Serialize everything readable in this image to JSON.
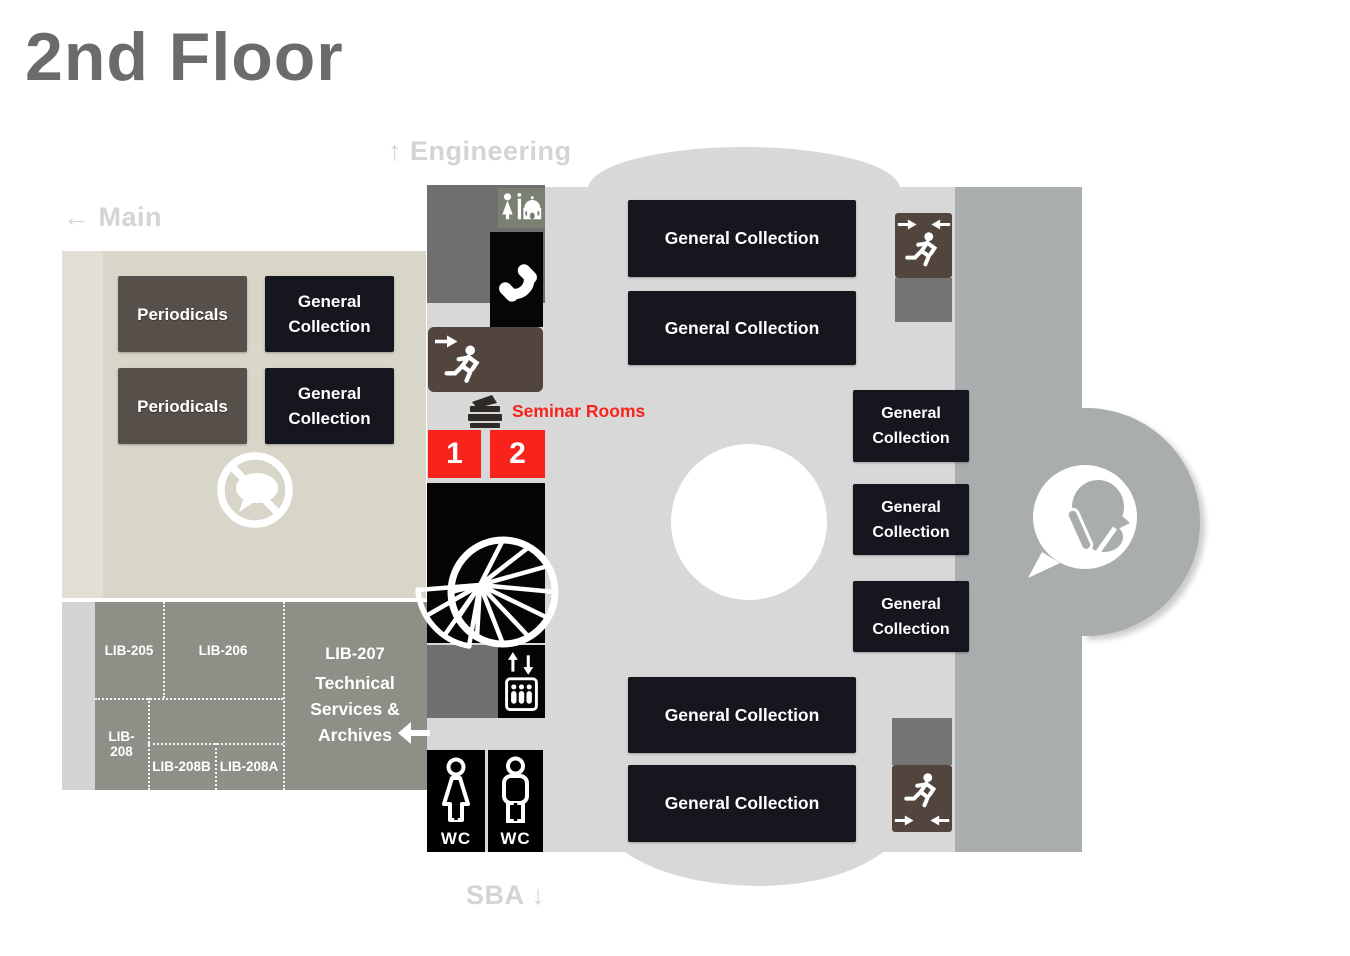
{
  "title": "2nd Floor",
  "directions": {
    "up": {
      "arrow": "↑",
      "label": "Engineering"
    },
    "left": {
      "arrow": "←",
      "label": "Main"
    },
    "down": {
      "arrow": "↓",
      "label": "SBA"
    }
  },
  "west_wing": {
    "shelves": {
      "periodicals_1": "Periodicals",
      "general_1": "General Collection",
      "periodicals_2": "Periodicals",
      "general_2": "General Collection"
    },
    "rooms": {
      "lib_205": "LIB-205",
      "lib_206": "LIB-206",
      "lib_207": "LIB-207",
      "lib_207_dept": "Technical Services & Archives",
      "lib_208": "LIB-208",
      "lib_208b": "LIB-208B",
      "lib_208a": "LIB-208A"
    }
  },
  "core": {
    "seminar_label": "Seminar Rooms",
    "seminar_room_1": "1",
    "seminar_room_2": "2",
    "wc_female_label": "WC",
    "wc_male_label": "WC"
  },
  "stacks": {
    "north_1": "General Collection",
    "north_2": "General Collection",
    "south_1": "General Collection",
    "south_2": "General Collection",
    "east_1": "General Collection",
    "east_2": "General Collection",
    "east_3": "General Collection"
  },
  "icons": {
    "prayer_room": "prayer-room-icon",
    "telephone": "telephone-icon",
    "emergency_exit": "running-exit-icon",
    "copier": "copier-icon",
    "spiral_stairs": "spiral-staircase-icon",
    "elevator": "elevator-icon",
    "wc_female": "toilet-women-icon",
    "wc_male": "toilet-men-icon",
    "no_talking": "no-talking-icon",
    "quiet_zone": "quiet-shh-icon",
    "corridor_arrow": "arrow-left-icon"
  },
  "colors": {
    "accent_red": "#f8231d",
    "collection_box": "#16161f",
    "periodicals_box": "#57504a",
    "exit_box": "#52453e",
    "floor_main": "#d8d8d8",
    "floor_band": "#a9adad",
    "west_wing": "#d8d5c9",
    "rooms_gray": "#8d9086",
    "service_gray": "#6f6f6f",
    "prayer_green": "#7a8173",
    "label_gray": "#d2d4d6",
    "title_gray": "#6b6b6b"
  }
}
